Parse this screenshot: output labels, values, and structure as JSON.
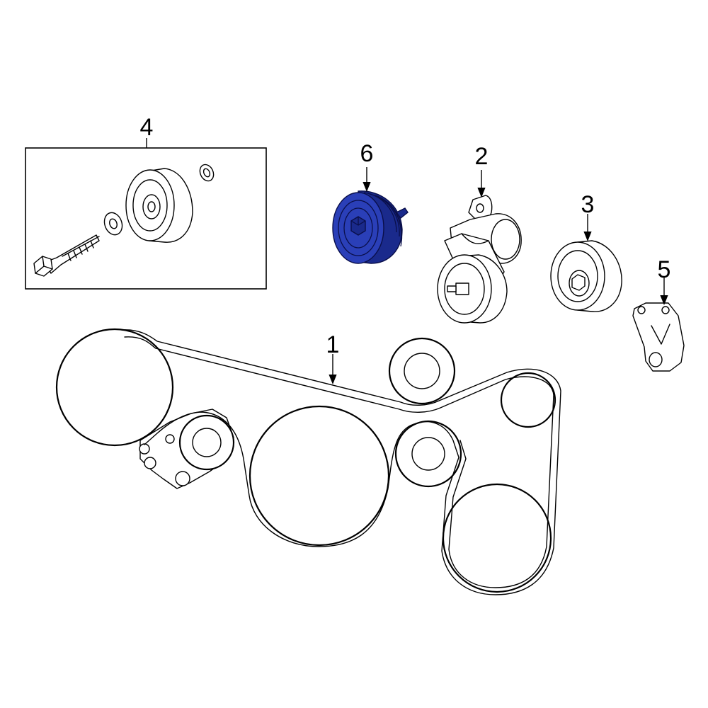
{
  "diagram": {
    "callouts": {
      "part_1": "1",
      "part_2": "2",
      "part_3": "3",
      "part_4": "4",
      "part_5": "5",
      "part_6": "6"
    },
    "highlight_color": "#2a3fb8"
  }
}
